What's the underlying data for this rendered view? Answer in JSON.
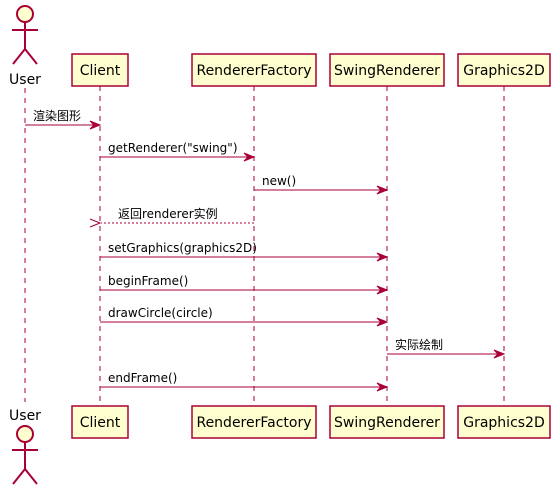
{
  "diagram": {
    "participants": [
      {
        "id": "user",
        "label": "User",
        "kind": "actor"
      },
      {
        "id": "client",
        "label": "Client",
        "kind": "participant"
      },
      {
        "id": "factory",
        "label": "RendererFactory",
        "kind": "participant"
      },
      {
        "id": "swing",
        "label": "SwingRenderer",
        "kind": "participant"
      },
      {
        "id": "g2d",
        "label": "Graphics2D",
        "kind": "participant"
      }
    ],
    "messages": [
      {
        "from": "user",
        "to": "client",
        "label": "渲染图形",
        "style": "solid"
      },
      {
        "from": "client",
        "to": "factory",
        "label": "getRenderer(\"swing\")",
        "style": "solid"
      },
      {
        "from": "factory",
        "to": "swing",
        "label": "new()",
        "style": "solid"
      },
      {
        "from": "factory",
        "to": "client",
        "label": "返回renderer实例",
        "style": "dashed"
      },
      {
        "from": "client",
        "to": "swing",
        "label": "setGraphics(graphics2D)",
        "style": "solid"
      },
      {
        "from": "client",
        "to": "swing",
        "label": "beginFrame()",
        "style": "solid"
      },
      {
        "from": "client",
        "to": "swing",
        "label": "drawCircle(circle)",
        "style": "solid"
      },
      {
        "from": "swing",
        "to": "g2d",
        "label": "实际绘制",
        "style": "solid"
      },
      {
        "from": "client",
        "to": "swing",
        "label": "endFrame()",
        "style": "solid"
      }
    ],
    "colors": {
      "border": "#A80036",
      "fill": "#FEFECE",
      "text": "#000000"
    }
  }
}
